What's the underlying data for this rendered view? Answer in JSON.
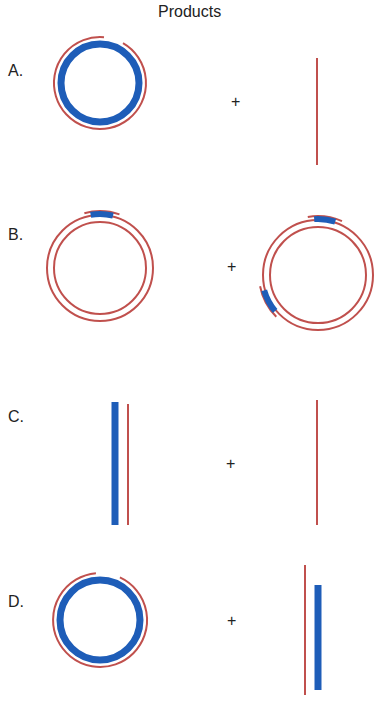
{
  "diagram": {
    "title": "Products",
    "labels": [
      "A.",
      "+",
      "B.",
      "+",
      "C.",
      "+",
      "D.",
      "+"
    ]
  }
}
